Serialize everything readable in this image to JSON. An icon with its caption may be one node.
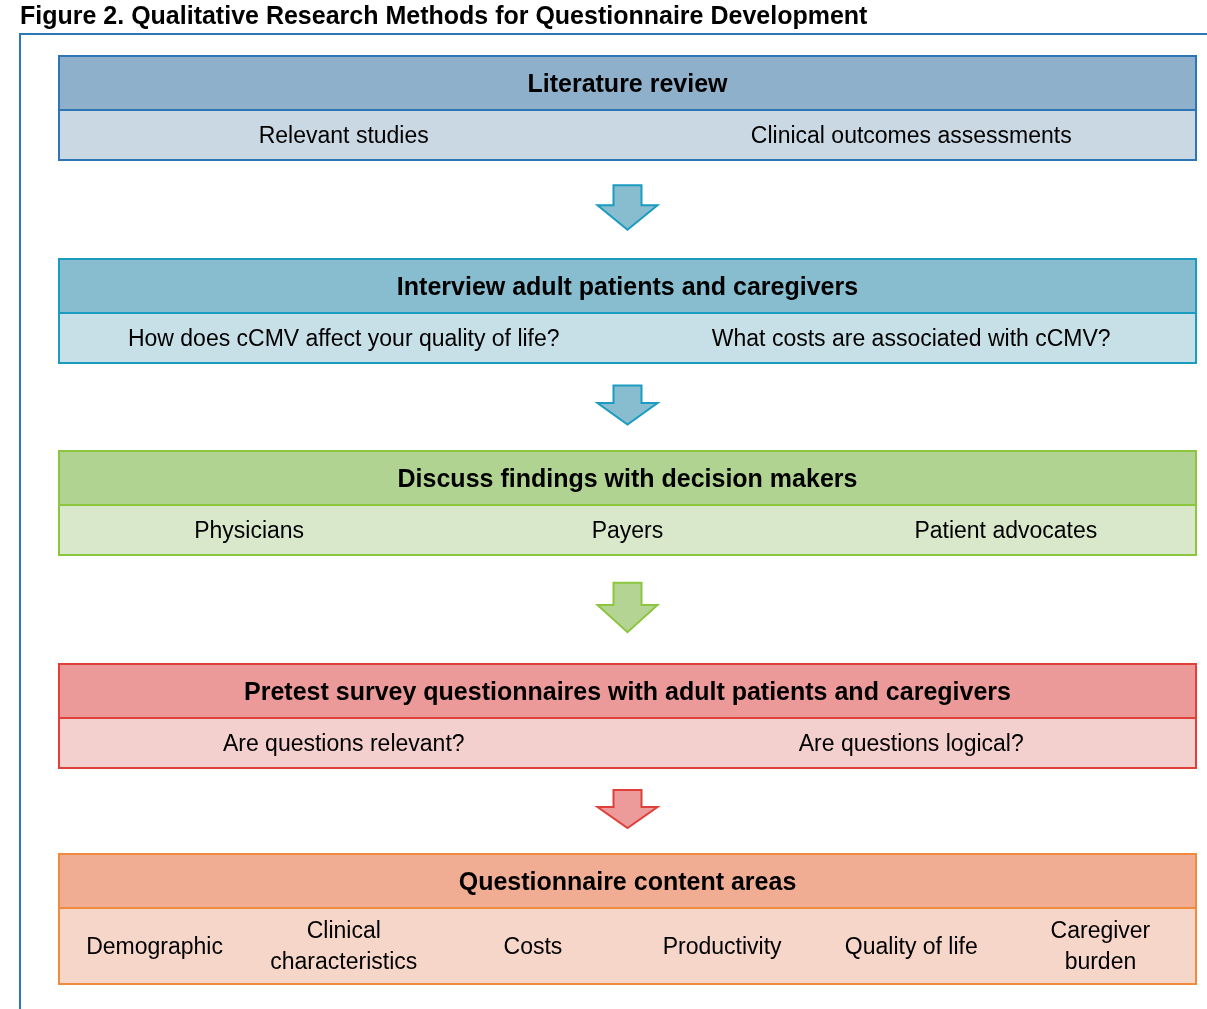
{
  "diagram": {
    "title": "Figure 2. Qualitative Research Methods for Questionnaire Development",
    "nodes": [
      {
        "text": [
          "Literature review",
          "Relevant studies",
          "Clinical outcomes assessments"
        ]
      },
      {
        "text": [
          "Interview adult patients and caregivers",
          "How does cCMV affect your quality of life?",
          "What costs are associated with cCMV?"
        ]
      },
      {
        "text": [
          "Discuss findings with decision makers",
          "Physicians",
          "Payers",
          "Patient advocates"
        ]
      },
      {
        "text": [
          "Pretest survey questionnaires with adult patients and caregivers",
          "Are questions relevant?",
          "Are questions logical?"
        ]
      },
      {
        "text": [
          "Questionnaire content areas",
          "Demographic",
          "Clinical characteristics",
          "Costs",
          "Productivity",
          "Quality of life",
          "Caregiver burden"
        ]
      }
    ],
    "edges": [
      {
        "from": 0,
        "to": 1,
        "arrow": "to"
      },
      {
        "from": 1,
        "to": 2,
        "arrow": "to"
      },
      {
        "from": 2,
        "to": 3,
        "arrow": "to",
        "color": "#8cc63f"
      },
      {
        "from": 3,
        "to": 4,
        "arrow": "to",
        "color": "#e0403a"
      }
    ]
  }
}
